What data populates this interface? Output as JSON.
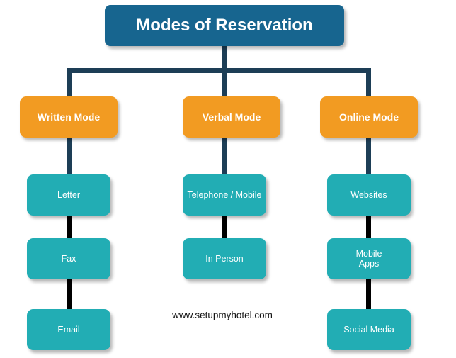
{
  "title": "Modes of Reservation",
  "modes": [
    {
      "label": "Written Mode",
      "items": [
        "Letter",
        "Fax",
        "Email"
      ]
    },
    {
      "label": "Verbal Mode",
      "items": [
        "Telephone / Mobile",
        "In Person"
      ]
    },
    {
      "label": "Online Mode",
      "items": [
        "Websites",
        "Mobile\nApps",
        "Social Media"
      ]
    }
  ],
  "watermark": "www.setupmyhotel.com",
  "colors": {
    "title_bg": "#17658f",
    "mode_bg": "#f29b22",
    "item_bg": "#22adb4",
    "connector_top": "#1d3e56",
    "connector_items": "#000000"
  }
}
